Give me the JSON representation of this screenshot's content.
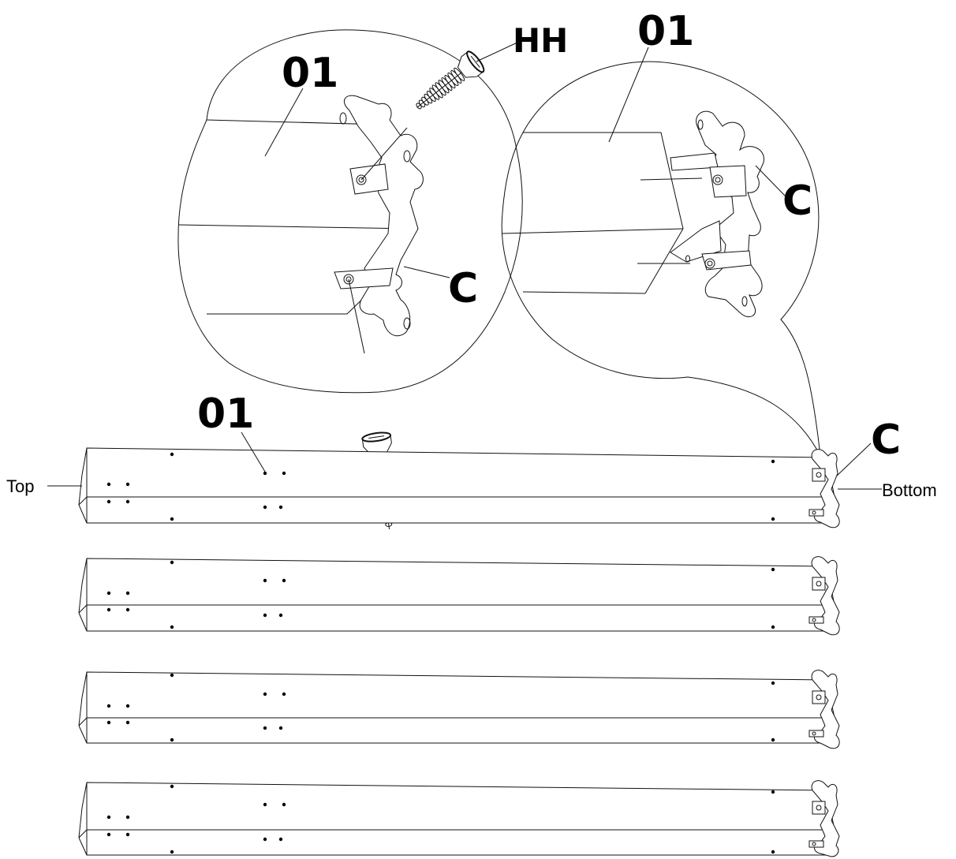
{
  "labels": {
    "part_number_detail_left": "01",
    "part_number_detail_right": "01",
    "part_number_main": "01",
    "screw_code": "HH",
    "bracket_code_detail_left": "C",
    "bracket_code_detail_right": "C",
    "bracket_code_main": "C",
    "end_top": "Top",
    "end_bottom": "Bottom"
  },
  "legs_count_shown": 4
}
